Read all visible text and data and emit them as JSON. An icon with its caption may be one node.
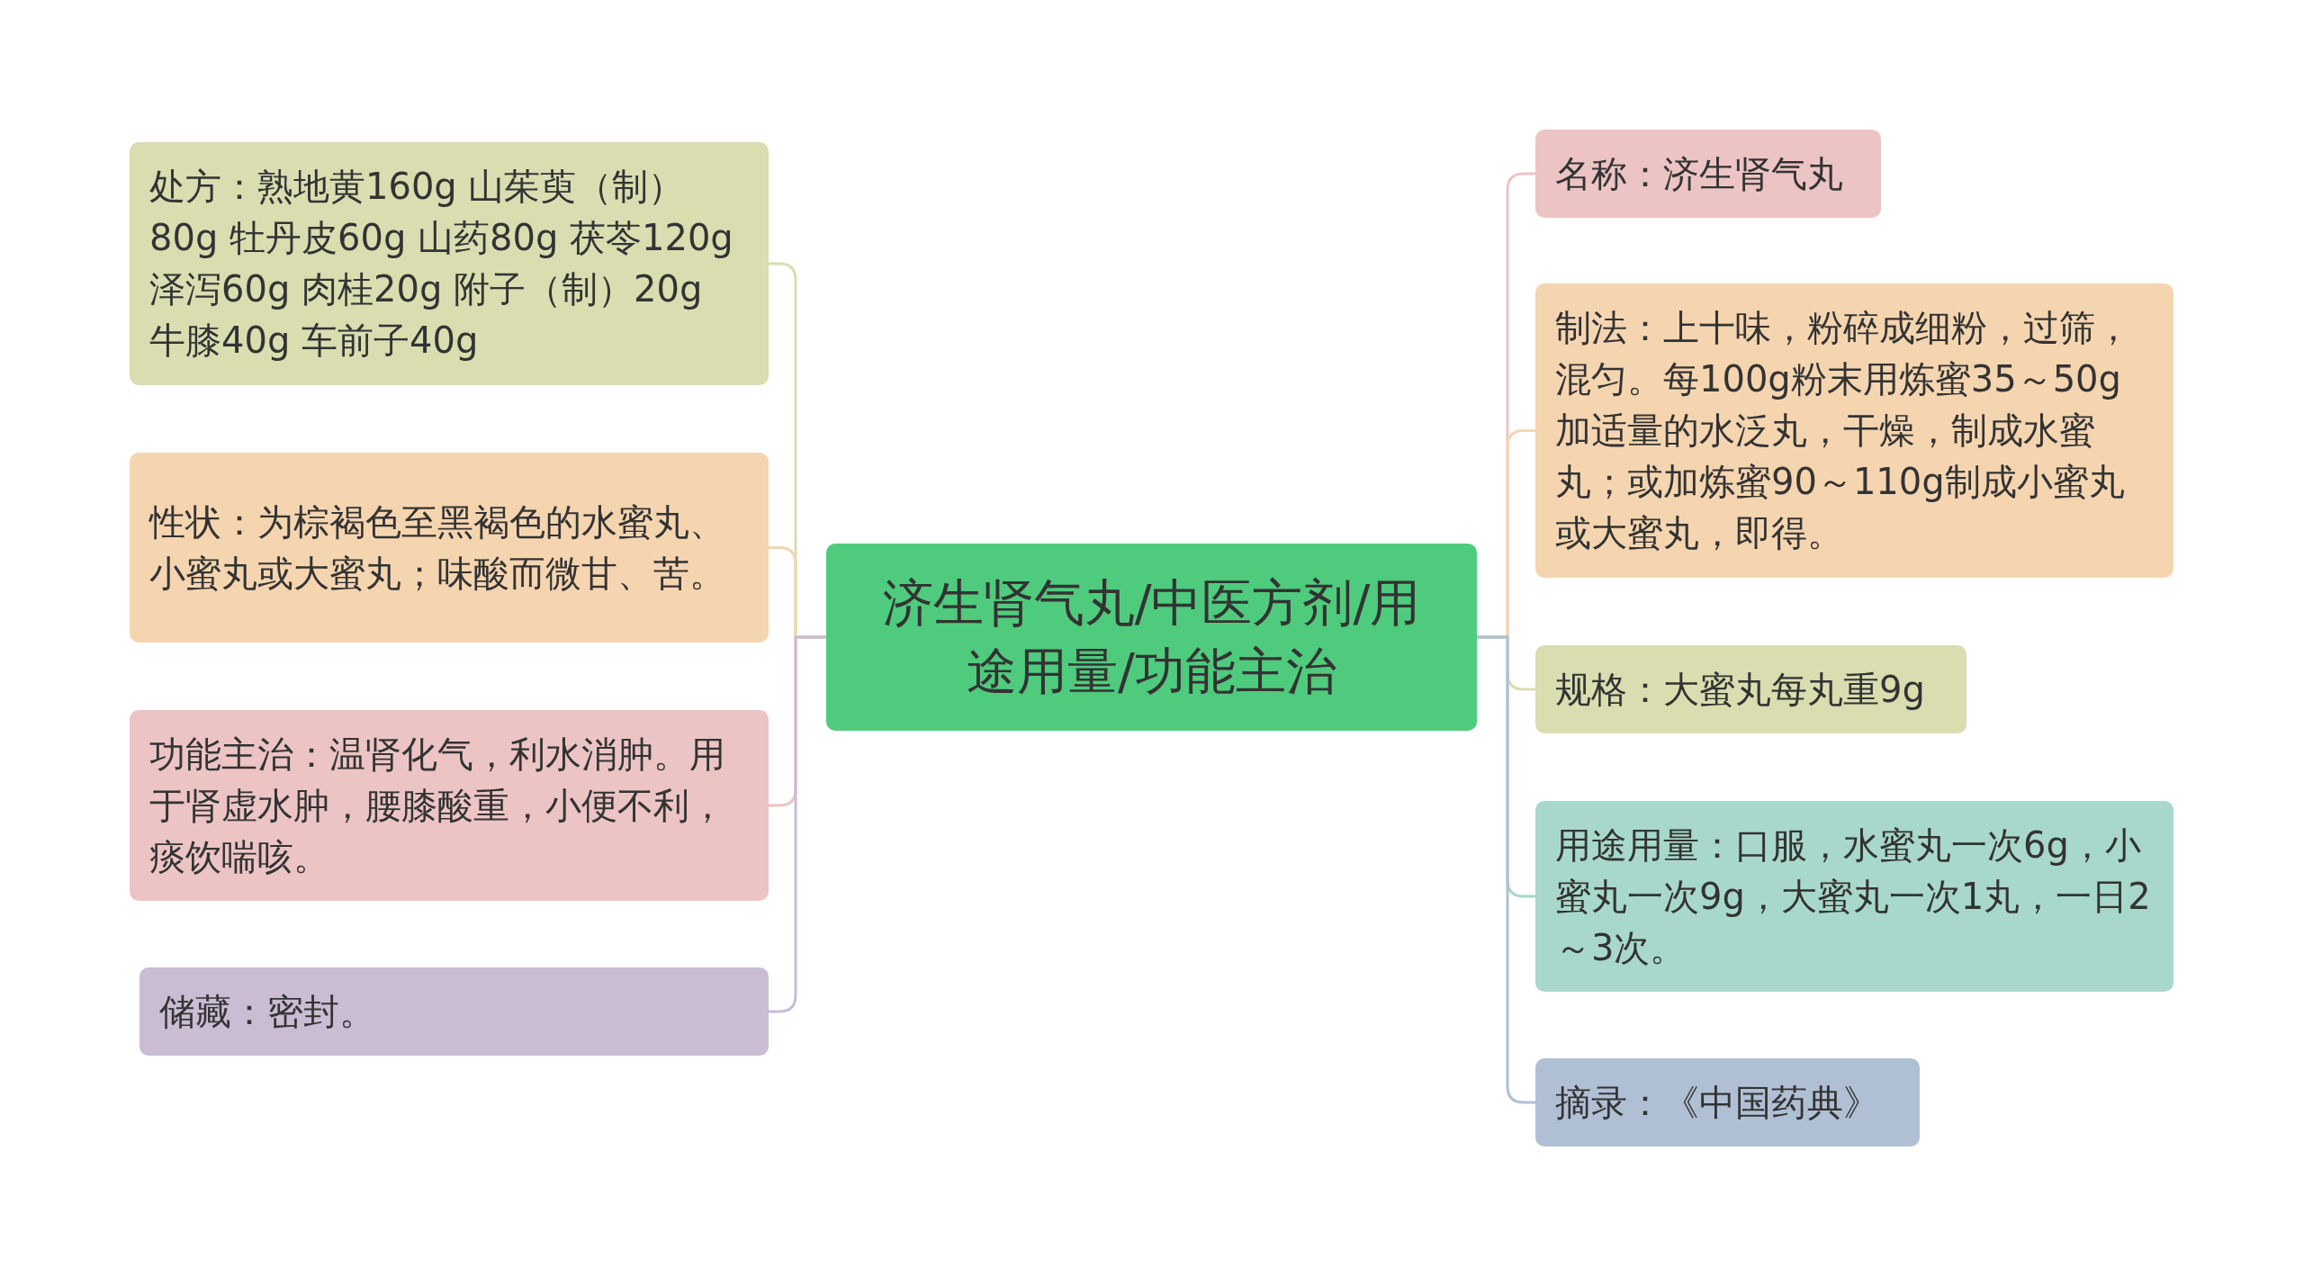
{
  "diagram": {
    "nodes": [
      {
        "text": [
          "济生肾气丸/中医方剂/用途用量/功能主治"
        ]
      },
      {
        "text": [
          "处方：熟地黄160g 山茱萸（制）80g 牡丹皮60g 山药80g 茯苓120g 泽泻60g 肉桂20g 附子（制）20g 牛膝40g 车前子40g"
        ]
      },
      {
        "text": [
          "性状：为棕褐色至黑褐色的水蜜丸、小蜜丸或大蜜丸；味酸而微甘、苦。"
        ]
      },
      {
        "text": [
          "功能主治：温肾化气，利水消肿。用于肾虚水肿，腰膝酸重，小便不利，痰饮喘咳。"
        ]
      },
      {
        "text": [
          "储藏：密封。"
        ]
      },
      {
        "text": [
          "名称：济生肾气丸"
        ]
      },
      {
        "text": [
          "制法：上十味，粉碎成细粉，过筛，混匀。每100g粉末用炼蜜35～50g加适量的水泛丸，干燥，制成水蜜丸；或加炼蜜90～110g制成小蜜丸或大蜜丸，即得。"
        ]
      },
      {
        "text": [
          "规格：大蜜丸每丸重9g"
        ]
      },
      {
        "text": [
          "用途用量：口服，水蜜丸一次6g，小蜜丸一次9g，大蜜丸一次1丸，一日2～3次。"
        ]
      },
      {
        "text": [
          "摘录：《中国药典》"
        ]
      }
    ],
    "edges": [
      {
        "from": 0,
        "to": 1,
        "arrow": "none",
        "color": "#d9ddb0"
      },
      {
        "from": 0,
        "to": 2,
        "arrow": "none",
        "color": "#f5d5b0"
      },
      {
        "from": 0,
        "to": 3,
        "arrow": "none",
        "color": "#ecc4c4"
      },
      {
        "from": 0,
        "to": 4,
        "arrow": "none",
        "color": "#c9bcd3"
      },
      {
        "from": 0,
        "to": 5,
        "arrow": "none",
        "color": "#ecc4c4"
      },
      {
        "from": 0,
        "to": 6,
        "arrow": "none",
        "color": "#f5d5b0"
      },
      {
        "from": 0,
        "to": 7,
        "arrow": "none",
        "color": "#d9ddb0"
      },
      {
        "from": 0,
        "to": 8,
        "arrow": "none",
        "color": "#a8d8cb"
      },
      {
        "from": 0,
        "to": 9,
        "arrow": "none",
        "color": "#b0c0d4"
      }
    ]
  }
}
